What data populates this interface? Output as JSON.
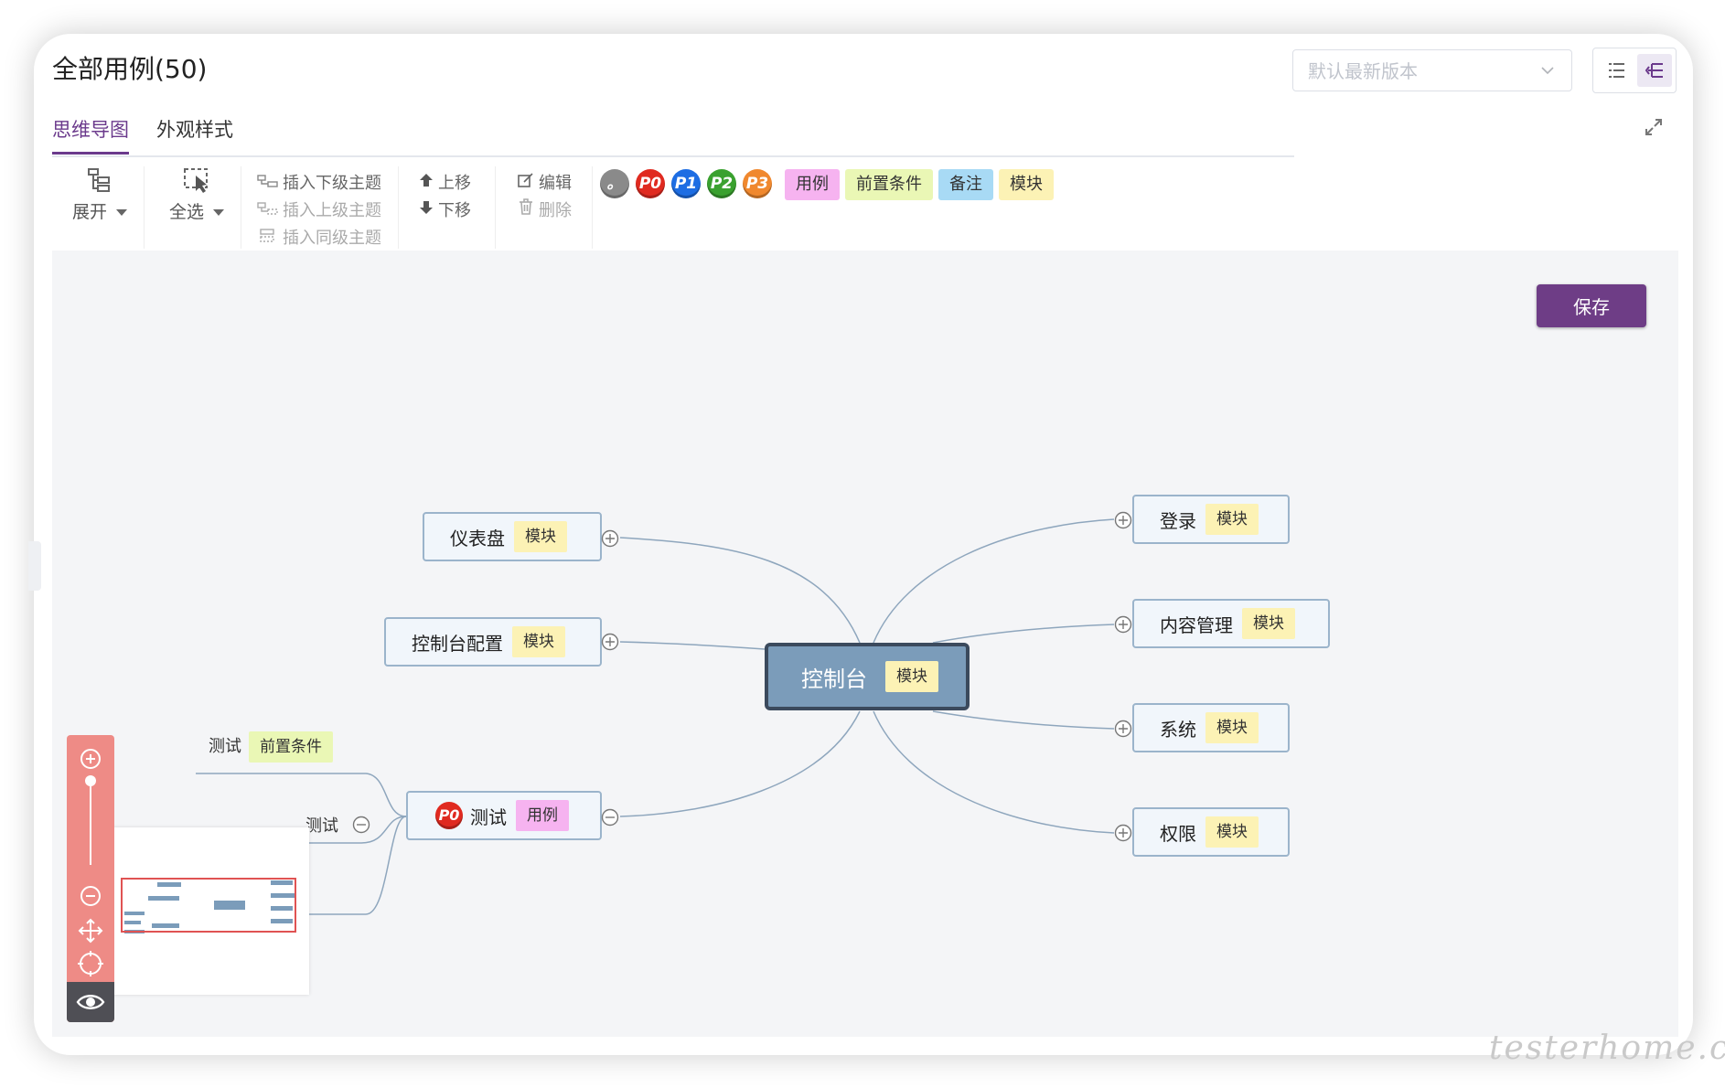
{
  "header": {
    "title": "全部用例(50)",
    "version_placeholder": "默认最新版本"
  },
  "tabs": [
    {
      "label": "思维导图",
      "active": true
    },
    {
      "label": "外观样式",
      "active": false
    }
  ],
  "toolbar": {
    "expand_label": "展开",
    "select_all_label": "全选",
    "insert_child_label": "插入下级主题",
    "insert_parent_label": "插入上级主题",
    "insert_sibling_label": "插入同级主题",
    "move_up_label": "上移",
    "move_down_label": "下移",
    "edit_label": "编辑",
    "delete_label": "删除",
    "priority_clear_label": "。",
    "priorities": [
      "P0",
      "P1",
      "P2",
      "P3"
    ],
    "priority_colors": {
      "none": "#8a8a8a",
      "P0": "#e02a20",
      "P1": "#1d6de3",
      "P2": "#3aa12f",
      "P3": "#f0882e"
    },
    "tags": [
      "用例",
      "前置条件",
      "备注",
      "模块"
    ]
  },
  "canvas": {
    "save_label": "保存",
    "root": {
      "name": "控制台",
      "tag": "模块"
    },
    "left_nodes": [
      {
        "name": "仪表盘",
        "tag": "模块",
        "expand": "plus"
      },
      {
        "name": "控制台配置",
        "tag": "模块",
        "expand": "plus"
      },
      {
        "name": "测试",
        "tag": "用例",
        "priority": "P0",
        "expand": "minus"
      }
    ],
    "right_nodes": [
      {
        "name": "登录",
        "tag": "模块"
      },
      {
        "name": "内容管理",
        "tag": "模块"
      },
      {
        "name": "系统",
        "tag": "模块"
      },
      {
        "name": "权限",
        "tag": "模块"
      }
    ],
    "leaves": [
      {
        "name": "测试",
        "tag": "前置条件"
      },
      {
        "name": "测试"
      }
    ]
  },
  "watermark": "testerhome.com"
}
